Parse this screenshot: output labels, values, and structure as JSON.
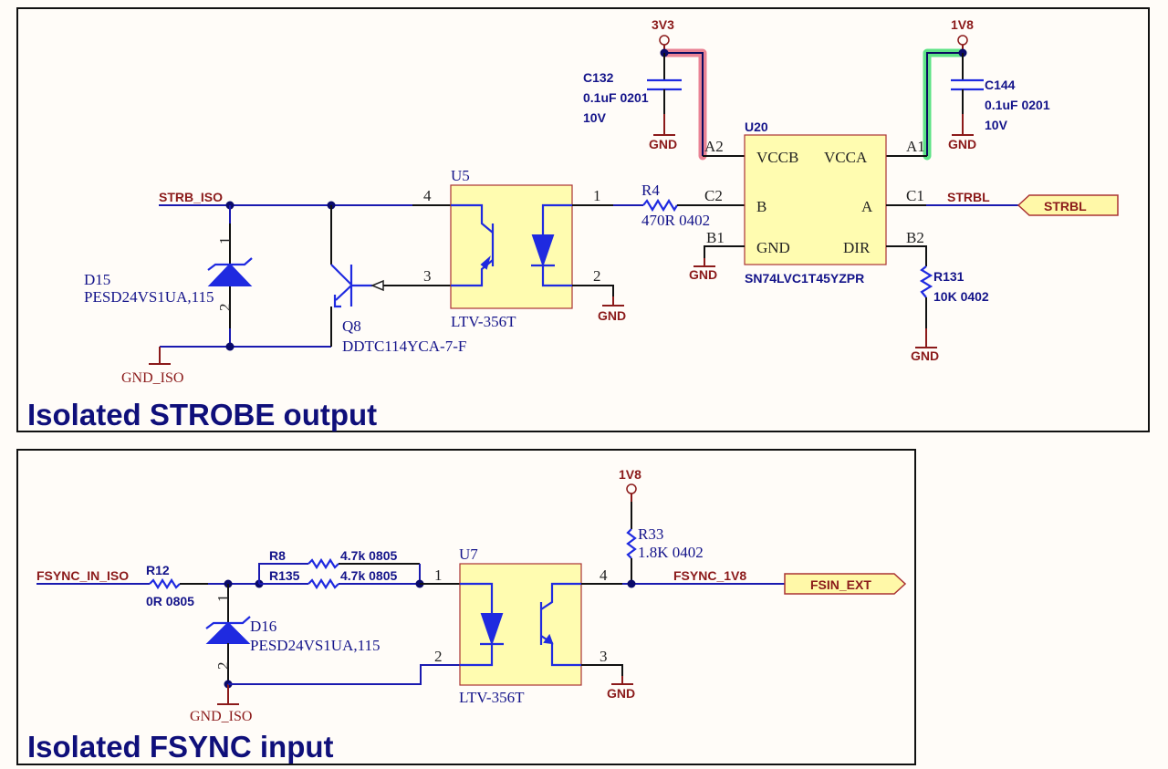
{
  "sections": {
    "strobe": {
      "title": "Isolated STROBE output"
    },
    "fsync": {
      "title": "Isolated FSYNC input"
    }
  },
  "nets": {
    "strb_iso": "STRB_ISO",
    "gnd_iso": "GND_ISO",
    "gnd": "GND",
    "v3v3": "3V3",
    "v1v8": "1V8",
    "strbl": "STRBL",
    "fsync_in_iso": "FSYNC_IN_ISO",
    "fsync_1v8": "FSYNC_1V8"
  },
  "ports": {
    "strbl": "STRBL",
    "fsin_ext": "FSIN_EXT"
  },
  "colors": {
    "wire": "#1a1ab0",
    "power": "#8b1a1a",
    "component_fill": "#fffcb0",
    "title": "#0f0f7a",
    "highlight_3v3": "#e8758a",
    "highlight_1v8": "#4ee07a"
  },
  "components": {
    "d15": {
      "ref": "D15",
      "value": "PESD24VS1UA,115",
      "pin1": "1",
      "pin2": "2"
    },
    "q8": {
      "ref": "Q8",
      "value": "DDTC114YCA-7-F"
    },
    "u5": {
      "ref": "U5",
      "value": "LTV-356T",
      "pin1": "1",
      "pin2": "2",
      "pin3": "3",
      "pin4": "4"
    },
    "r4": {
      "ref": "R4",
      "value": "470R 0402"
    },
    "c132": {
      "ref": "C132",
      "value": "0.1uF 0201",
      "voltage": "10V"
    },
    "c144": {
      "ref": "C144",
      "value": "0.1uF 0201",
      "voltage": "10V"
    },
    "u20": {
      "ref": "U20",
      "value": "SN74LVC1T45YZPR",
      "pins": {
        "vccb": "VCCB",
        "vcca": "VCCA",
        "b": "B",
        "a": "A",
        "gnd": "GND",
        "dir": "DIR"
      },
      "pin_numbers": {
        "a2": "A2",
        "a1": "A1",
        "c2": "C2",
        "c1": "C1",
        "b1": "B1",
        "b2": "B2"
      }
    },
    "r131": {
      "ref": "R131",
      "value": "10K 0402"
    },
    "r12": {
      "ref": "R12",
      "value": "0R 0805"
    },
    "r8": {
      "ref": "R8",
      "value": "4.7k 0805"
    },
    "r135": {
      "ref": "R135",
      "value": "4.7k 0805"
    },
    "d16": {
      "ref": "D16",
      "value": "PESD24VS1UA,115",
      "pin1": "1",
      "pin2": "2"
    },
    "u7": {
      "ref": "U7",
      "value": "LTV-356T",
      "pin1": "1",
      "pin2": "2",
      "pin3": "3",
      "pin4": "4"
    },
    "r33": {
      "ref": "R33",
      "value": "1.8K 0402"
    }
  }
}
